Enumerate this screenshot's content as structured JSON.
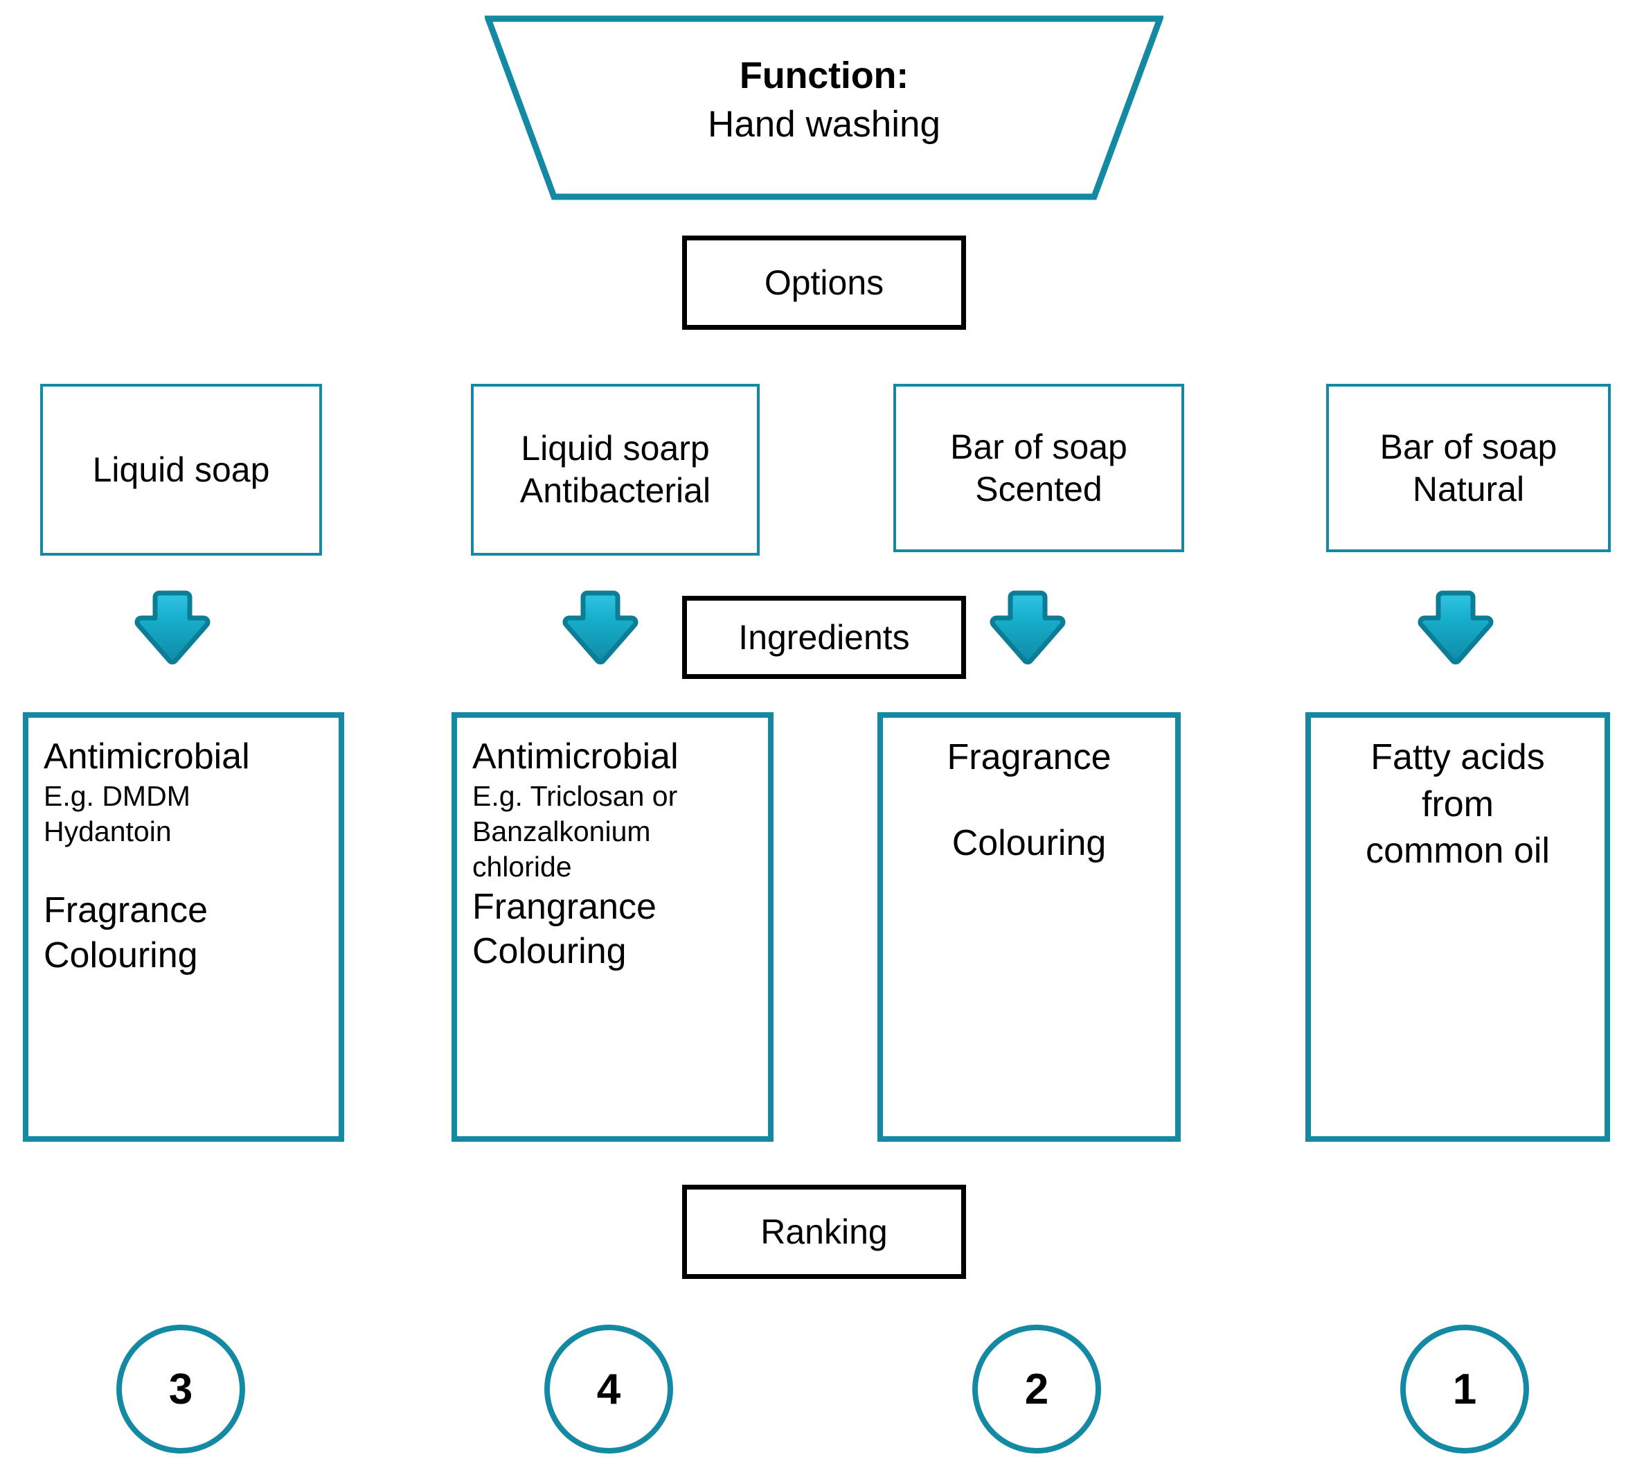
{
  "colors": {
    "teal": "#1489a3",
    "teal_dark": "#0d7189",
    "arrow_light": "#35c6e0",
    "arrow_mid": "#13a4c4",
    "arrow_edge": "#0b7d96",
    "black": "#000000",
    "white": "#ffffff"
  },
  "function": {
    "label": "Function:",
    "value": "Hand washing"
  },
  "stage_labels": {
    "options": "Options",
    "ingredients": "Ingredients",
    "ranking": "Ranking"
  },
  "columns": [
    {
      "option": {
        "line1": "Liquid soap",
        "line2": ""
      },
      "arrow": "down-arrow-icon",
      "ingredients_align": "left",
      "ingredients": [
        {
          "text": "Antimicrobial",
          "size": "big"
        },
        {
          "text": "E.g. DMDM",
          "size": "small"
        },
        {
          "text": "Hydantoin",
          "size": "small"
        },
        {
          "text": "",
          "size": "spacer"
        },
        {
          "text": "Fragrance",
          "size": "big"
        },
        {
          "text": "Colouring",
          "size": "big"
        }
      ],
      "rank": "3"
    },
    {
      "option": {
        "line1": "Liquid soarp",
        "line2": "Antibacterial"
      },
      "arrow": "down-arrow-icon",
      "ingredients_align": "left",
      "ingredients": [
        {
          "text": "Antimicrobial",
          "size": "big"
        },
        {
          "text": "E.g. Triclosan or",
          "size": "small"
        },
        {
          "text": "Banzalkonium",
          "size": "small"
        },
        {
          "text": "chloride",
          "size": "small"
        },
        {
          "text": "Frangrance",
          "size": "big"
        },
        {
          "text": "Colouring",
          "size": "big"
        }
      ],
      "rank": "4"
    },
    {
      "option": {
        "line1": "Bar of soap",
        "line2": "Scented"
      },
      "arrow": "down-arrow-icon",
      "ingredients_align": "center",
      "ingredients": [
        {
          "text": "Fragrance",
          "size": "big"
        },
        {
          "text": "",
          "size": "spacer"
        },
        {
          "text": "Colouring",
          "size": "big"
        }
      ],
      "rank": "2"
    },
    {
      "option": {
        "line1": "Bar of soap",
        "line2": "Natural"
      },
      "arrow": "down-arrow-icon",
      "ingredients_align": "center",
      "ingredients": [
        {
          "text": "Fatty acids",
          "size": "big"
        },
        {
          "text": "from",
          "size": "big"
        },
        {
          "text": "common oil",
          "size": "big"
        }
      ],
      "rank": "1"
    }
  ]
}
